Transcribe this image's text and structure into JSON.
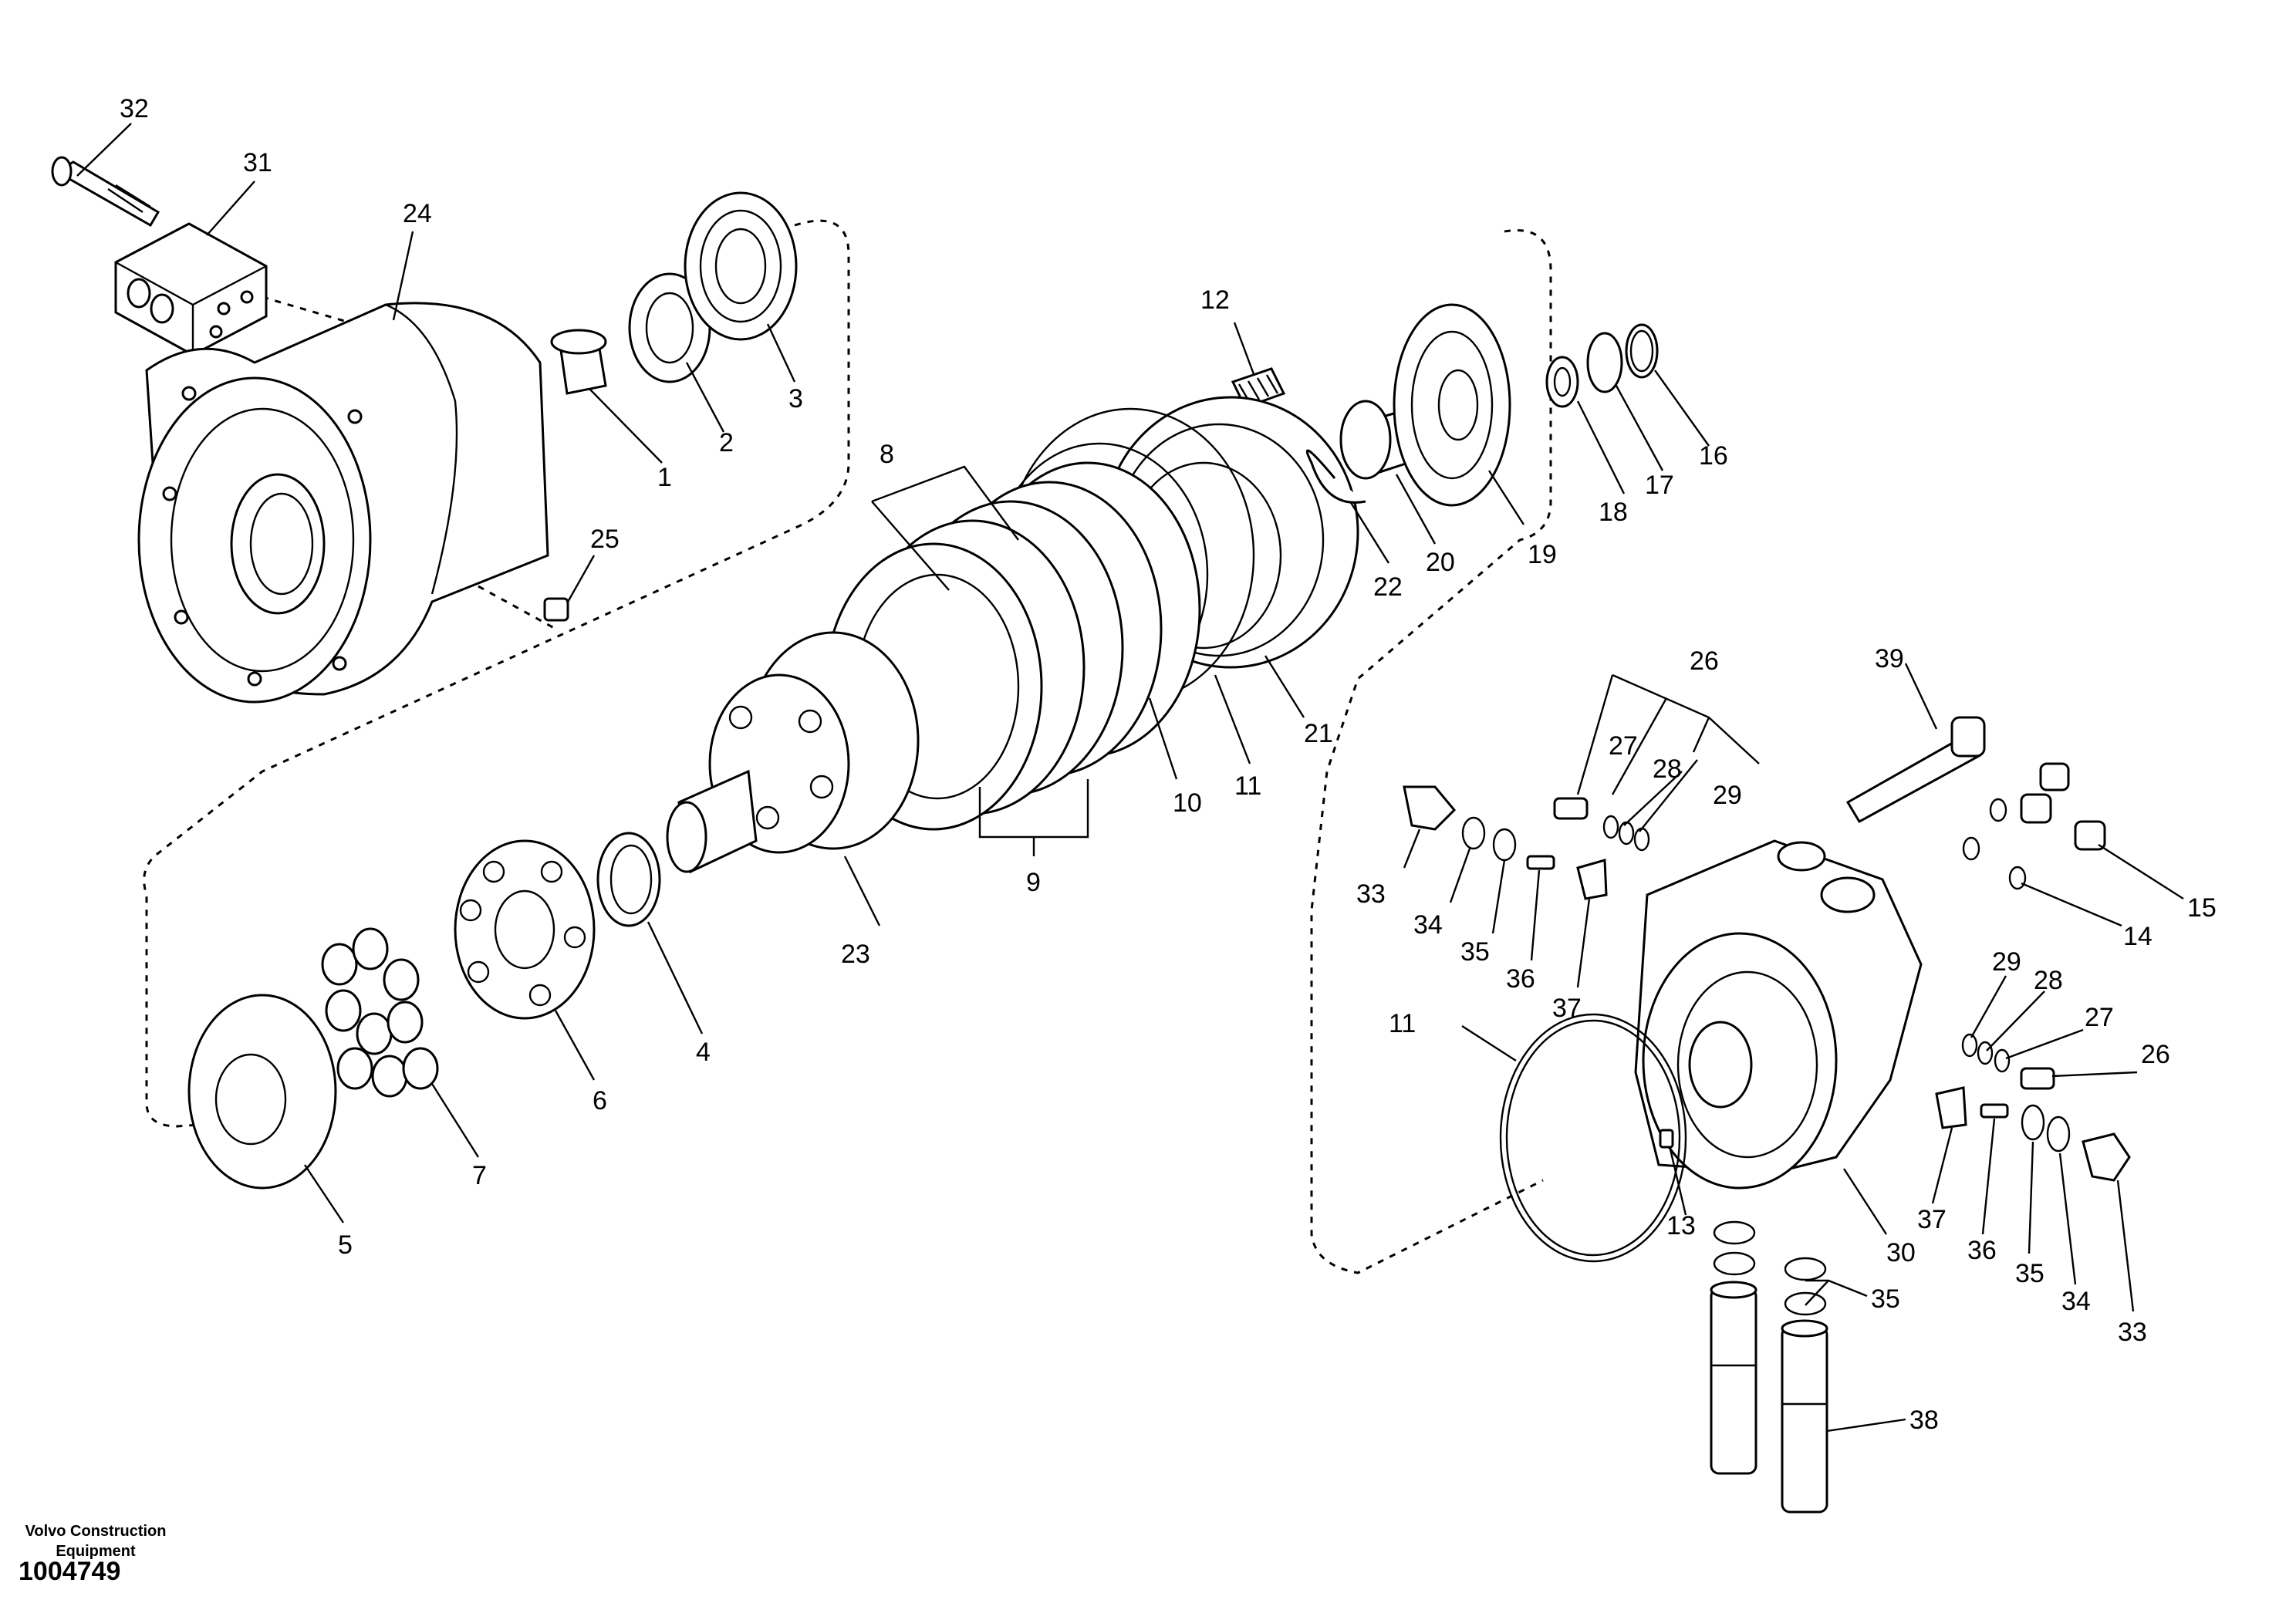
{
  "footer": {
    "company_line1": "Volvo Construction",
    "company_line2": "Equipment",
    "reference_number": "1004749"
  },
  "callouts": {
    "c1": "1",
    "c2": "2",
    "c3": "3",
    "c4": "4",
    "c5": "5",
    "c6": "6",
    "c7": "7",
    "c8": "8",
    "c9": "9",
    "c10": "10",
    "c11": "11",
    "c12": "12",
    "c13": "13",
    "c14": "14",
    "c15": "15",
    "c16": "16",
    "c17": "17",
    "c18": "18",
    "c19": "19",
    "c20": "20",
    "c21": "21",
    "c22": "22",
    "c23": "23",
    "c24": "24",
    "c25": "25",
    "c26": "26",
    "c27": "27",
    "c28": "28",
    "c29": "29",
    "c30": "30",
    "c31": "31",
    "c32": "32",
    "c33": "33",
    "c34": "34",
    "c35": "35",
    "c36": "36",
    "c37": "37",
    "c38": "38",
    "c39": "39"
  }
}
